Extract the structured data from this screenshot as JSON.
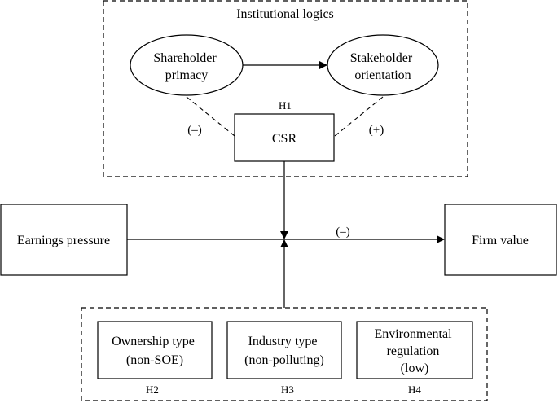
{
  "institutional": {
    "title": "Institutional logics",
    "shareholder": [
      "Shareholder",
      "primacy"
    ],
    "stakeholder": [
      "Stakeholder",
      "orientation"
    ],
    "csr": "CSR",
    "h1": "H1",
    "neg_sign": "(–)",
    "pos_sign": "(+)"
  },
  "main_path": {
    "earnings": "Earnings pressure",
    "firm_value": "Firm value",
    "sign": "(–)"
  },
  "moderators": {
    "ownership": [
      "Ownership type",
      "(non-SOE)"
    ],
    "industry": [
      "Industry type",
      "(non-polluting)"
    ],
    "environmental": [
      "Environmental",
      "regulation",
      "(low)"
    ],
    "h2": "H2",
    "h3": "H3",
    "h4": "H4"
  }
}
